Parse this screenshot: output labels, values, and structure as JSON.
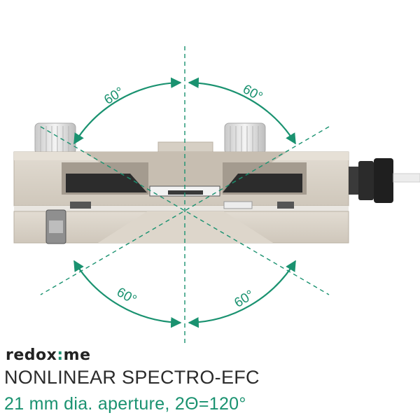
{
  "diagram": {
    "angle_labels": [
      "60°",
      "60°",
      "60°",
      "60°"
    ],
    "accent_color": "#1a9270",
    "device_color": "#d9d2c7",
    "device_shadow_color": "#b9b0a3",
    "knob_color": "#e3e3e3",
    "connector_color": "#2b2b2b"
  },
  "brand": {
    "prefix": "redox",
    "separator": ":",
    "suffix": "me"
  },
  "product": {
    "title": "NONLINEAR SPECTRO-EFC"
  },
  "spec": {
    "text": "21 mm dia. aperture, 2Θ=120°"
  }
}
